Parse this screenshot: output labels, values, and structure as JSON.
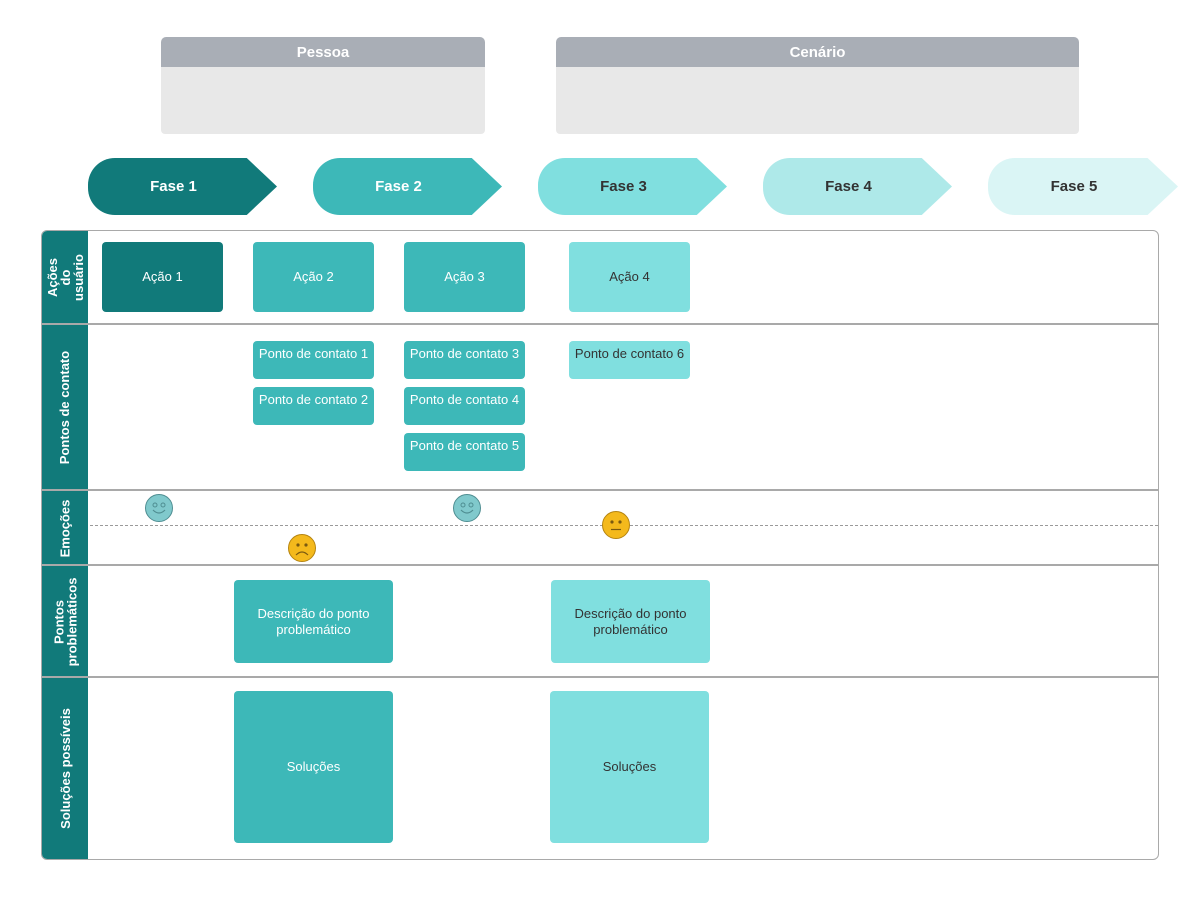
{
  "info_cards": {
    "pessoa": "Pessoa",
    "cenario": "Cenário"
  },
  "phases": [
    {
      "label": "Fase 1",
      "color": "#117a7a",
      "text_color": "#ffffff"
    },
    {
      "label": "Fase 2",
      "color": "#3db8b8",
      "text_color": "#ffffff"
    },
    {
      "label": "Fase 3",
      "color": "#80dfdf",
      "text_color": "#333333"
    },
    {
      "label": "Fase 4",
      "color": "#aee9e9",
      "text_color": "#333333"
    },
    {
      "label": "Fase 5",
      "color": "#daf5f5",
      "text_color": "#333333"
    }
  ],
  "lanes": {
    "acoes": "Ações do usuário",
    "pontos_contato": "Pontos de contato",
    "emocoes": "Emoções",
    "pontos_problematicos": "Pontos problemáticos",
    "solucoes": "Soluções possíveis"
  },
  "actions": [
    "Ação 1",
    "Ação 2",
    "Ação 3",
    "Ação 4"
  ],
  "contacts": [
    "Ponto de contato 1",
    "Ponto de contato 2",
    "Ponto de contato 3",
    "Ponto de contato 4",
    "Ponto de contato 5",
    "Ponto de contato 6"
  ],
  "emotions": [
    {
      "mood": "happy",
      "icon": "happy-face-icon",
      "color": "#80c9cc"
    },
    {
      "mood": "sad",
      "icon": "sad-face-icon",
      "color": "#f4b91c"
    },
    {
      "mood": "happy",
      "icon": "happy-face-icon",
      "color": "#80c9cc"
    },
    {
      "mood": "neutral",
      "icon": "neutral-face-icon",
      "color": "#f4b91c"
    }
  ],
  "pain_points": [
    "Descrição do ponto problemático",
    "Descrição do ponto problemático"
  ],
  "solutions": [
    "Soluções",
    "Soluções"
  ],
  "colors": {
    "dark_teal": "#117a7a",
    "teal": "#3db8b8",
    "light_teal": "#80dfdf",
    "header_gray": "#a9aeb6",
    "body_gray": "#e8e8e8"
  }
}
